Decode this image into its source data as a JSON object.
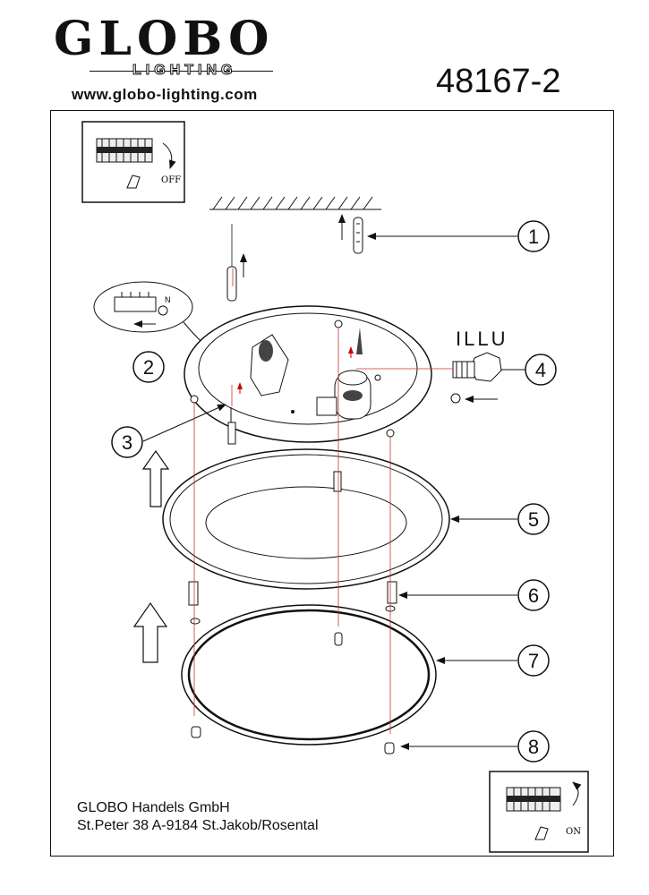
{
  "header": {
    "brand": "GLOBO",
    "brand_sub": "LIGHTING",
    "website": "www.globo-lighting.com",
    "model_number": "48167-2"
  },
  "diagram": {
    "illu_label": "ILLU",
    "switch_off_label": "OFF",
    "switch_on_label": "ON",
    "wire_label_n": "N",
    "callouts": [
      "1",
      "2",
      "3",
      "4",
      "5",
      "6",
      "7",
      "8"
    ]
  },
  "footer": {
    "company": "GLOBO  Handels  GmbH",
    "address": "St.Peter 38 A-9184 St.Jakob/Rosental"
  }
}
